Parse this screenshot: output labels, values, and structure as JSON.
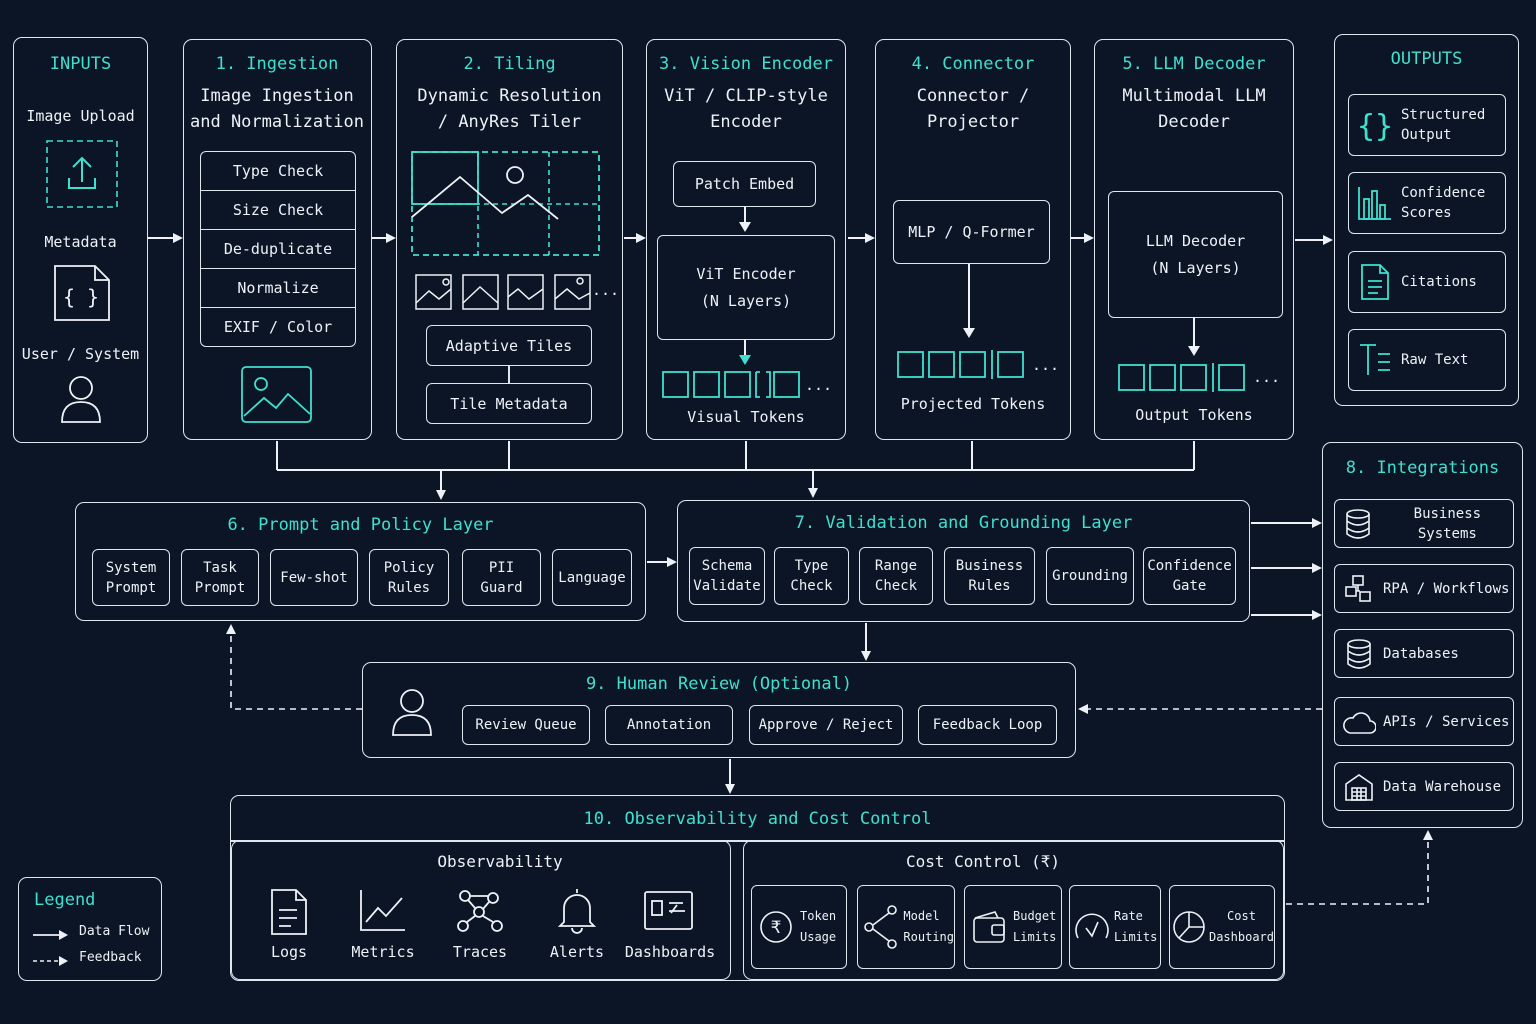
{
  "colors": {
    "background": "#0b1526",
    "line": "#dfe6ee",
    "accent": "#3ee0cf"
  },
  "inputs": {
    "title": "INPUTS",
    "image_upload": "Image Upload",
    "metadata": "Metadata",
    "user_system": "User / System"
  },
  "ingestion": {
    "title": "1. Ingestion",
    "subtitle": "Image Ingestion\nand Normalization",
    "steps": [
      "Type Check",
      "Size Check",
      "De-duplicate",
      "Normalize",
      "EXIF / Color"
    ]
  },
  "tiling": {
    "title": "2. Tiling",
    "subtitle": "Dynamic Resolution\n/ AnyRes Tiler",
    "adaptive_tiles": "Adaptive Tiles",
    "tile_metadata": "Tile Metadata",
    "ellipsis": "..."
  },
  "vision": {
    "title": "3. Vision Encoder",
    "subtitle": "ViT / CLIP-style\nEncoder",
    "patch_embed": "Patch Embed",
    "vit_encoder": "ViT Encoder\n(N Layers)",
    "tokens": "Visual Tokens",
    "ellipsis": "..."
  },
  "connector": {
    "title": "4. Connector",
    "subtitle": "Connector /\nProjector",
    "mlp": "MLP / Q-Former",
    "tokens": "Projected Tokens",
    "ellipsis": "..."
  },
  "llm": {
    "title": "5. LLM Decoder",
    "subtitle": "Multimodal LLM\nDecoder",
    "decoder": "LLM Decoder\n(N Layers)",
    "tokens": "Output Tokens",
    "ellipsis": "..."
  },
  "outputs": {
    "title": "OUTPUTS",
    "items": [
      {
        "label": "Structured\nOutput",
        "icon": "braces-icon"
      },
      {
        "label": "Confidence\nScores",
        "icon": "bar-chart-icon"
      },
      {
        "label": "Citations",
        "icon": "document-icon"
      },
      {
        "label": "Raw Text",
        "icon": "text-icon"
      }
    ]
  },
  "prompt": {
    "title": "6. Prompt and Policy Layer",
    "items": [
      "System\nPrompt",
      "Task\nPrompt",
      "Few-shot",
      "Policy\nRules",
      "PII\nGuard",
      "Language"
    ]
  },
  "validation": {
    "title": "7. Validation and Grounding Layer",
    "items": [
      "Schema\nValidate",
      "Type\nCheck",
      "Range\nCheck",
      "Business\nRules",
      "Grounding",
      "Confidence\nGate"
    ]
  },
  "integrations": {
    "title": "8. Integrations",
    "items": [
      {
        "label": "Business Systems",
        "icon": "database-icon"
      },
      {
        "label": "RPA / Workflows",
        "icon": "workflow-icon"
      },
      {
        "label": "Databases",
        "icon": "database-icon"
      },
      {
        "label": "APIs / Services",
        "icon": "cloud-icon"
      },
      {
        "label": "Data Warehouse",
        "icon": "warehouse-icon"
      }
    ]
  },
  "human": {
    "title": "9. Human Review (Optional)",
    "items": [
      "Review Queue",
      "Annotation",
      "Approve / Reject",
      "Feedback Loop"
    ]
  },
  "observability": {
    "title": "10. Observability and Cost Control",
    "obs_title": "Observability",
    "obs_items": [
      {
        "label": "Logs",
        "icon": "document-icon"
      },
      {
        "label": "Metrics",
        "icon": "line-chart-icon"
      },
      {
        "label": "Traces",
        "icon": "graph-icon"
      },
      {
        "label": "Alerts",
        "icon": "bell-icon"
      },
      {
        "label": "Dashboards",
        "icon": "dashboard-icon"
      }
    ],
    "cost_title": "Cost Control (₹)",
    "cost_items": [
      {
        "label": "Token\nUsage",
        "icon": "rupee-icon"
      },
      {
        "label": "Model\nRouting",
        "icon": "routing-icon"
      },
      {
        "label": "Budget\nLimits",
        "icon": "wallet-icon"
      },
      {
        "label": "Rate\nLimits",
        "icon": "gauge-icon"
      },
      {
        "label": "Cost\nDashboard",
        "icon": "pie-chart-icon"
      }
    ]
  },
  "legend": {
    "title": "Legend",
    "data_flow": "Data Flow",
    "feedback": "Feedback"
  }
}
